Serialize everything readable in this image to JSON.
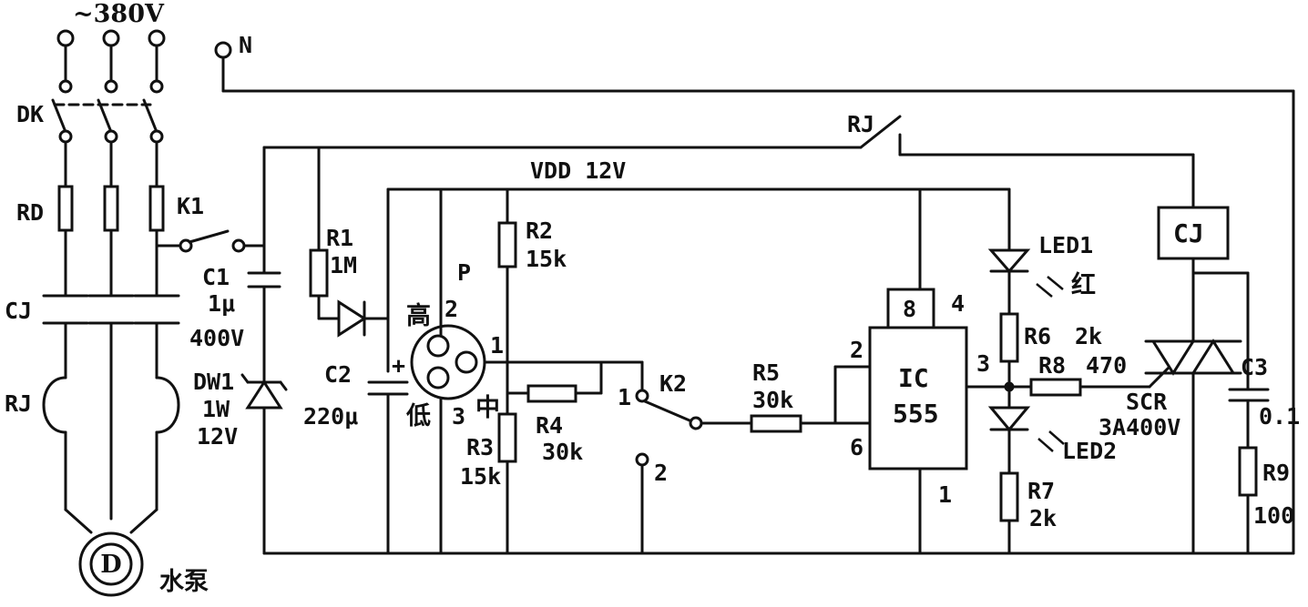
{
  "labels": {
    "supply": "~380V",
    "neutral": "N",
    "dk": "DK",
    "rd": "RD",
    "k1": "K1",
    "cj_left": "CJ",
    "rj_left": "RJ",
    "pump": "水泵",
    "motor": "D",
    "c1_name": "C1",
    "c1_val": "1μ",
    "c1_volt": "400V",
    "dw1_name": "DW1",
    "dw1_power": "1W",
    "dw1_volt": "12V",
    "r1_name": "R1",
    "r1_val": "1M",
    "c2_name": "C2",
    "c2_val": "220μ",
    "c2_plus": "+",
    "p_name": "P",
    "pin_high": "高",
    "pin_2": "2",
    "pin_1": "1",
    "pin_3": "3",
    "pin_low": "低",
    "pin_mid": "中",
    "r2_name": "R2",
    "r2_val": "15k",
    "r3_name": "R3",
    "r3_val": "15k",
    "r4_name": "R4",
    "r4_val": "30k",
    "vdd": "VDD 12V",
    "k2_name": "K2",
    "k2_pos1": "1",
    "k2_pos2": "2",
    "r5_name": "R5",
    "r5_val": "30k",
    "ic_name": "IC",
    "ic_type": "555",
    "ic_pin8": "8",
    "ic_pin4": "4",
    "ic_pin2": "2",
    "ic_pin3": "3",
    "ic_pin6": "6",
    "ic_pin1": "1",
    "led1_name": "LED1",
    "led1_color": "红",
    "led2_name": "LED2",
    "r6_name": "R6",
    "r6_val": "2k",
    "r7_name": "R7",
    "r7_val": "2k",
    "r8_name": "R8",
    "r8_val": "470",
    "rj_right": "RJ",
    "cj_right": "CJ",
    "scr_name": "SCR",
    "scr_val": "3A400V",
    "c3_name": "C3",
    "c3_val": "0.1",
    "r9_name": "R9",
    "r9_val": "100"
  }
}
